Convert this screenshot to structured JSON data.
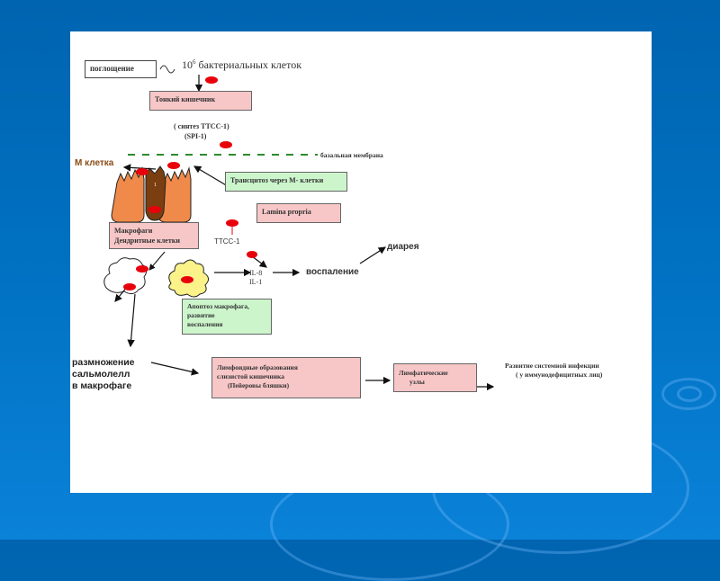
{
  "slide": {
    "intake_label": "поглощение",
    "bacteria_count_base": "10",
    "bacteria_count_exp": "6",
    "bacteria_label": "бактериальных клеток",
    "small_intestine": "Тонкий кишечник",
    "synthesis_line1": "( синтез TTCC-1)",
    "synthesis_line2": "(SPI-1)",
    "basal_membrane": "базальная мембрана",
    "m_cell": "М клетка",
    "transcytosis": "Трансцитоз через М- клетки",
    "lamina_propria": "Lamina propria",
    "macrophages_line1": "Макрофаги",
    "macrophages_line2": "Дендритные клетки",
    "ttcc1": "TTCC-1",
    "il8": "IL-8",
    "il1": "IL-1",
    "inflammation": "воспаление",
    "diarrhea": "диарея",
    "apoptosis_line1": "Апоптоз макрофага,",
    "apoptosis_line2": "развитие",
    "apoptosis_line3": "воспаления",
    "reproduction_line1": "размножение",
    "reproduction_line2": "сальмолелл",
    "reproduction_line3": "в макрофаге",
    "lymphoid_line1": "Лимфоидные образования",
    "lymphoid_line2": "слизистой кишечника",
    "lymphoid_line3": "(Пейеровы бляшки)",
    "lymph_nodes_line1": "Лимфатические",
    "lymph_nodes_line2": "узлы",
    "systemic_line1": "Развитие системной инфекции",
    "systemic_line2": "( у иммунодефицитных лиц)"
  },
  "colors": {
    "background": "#0070c0",
    "pink_box": "#f7c6c7",
    "green_box": "#ccf5cc",
    "bacterium": "#e8000b",
    "m_cell_brown": "#7a3e10",
    "epithelial_orange": "#f08a4b",
    "membrane_green": "#2e8b2e",
    "apoptotic_yellow": "#fbf28a"
  }
}
